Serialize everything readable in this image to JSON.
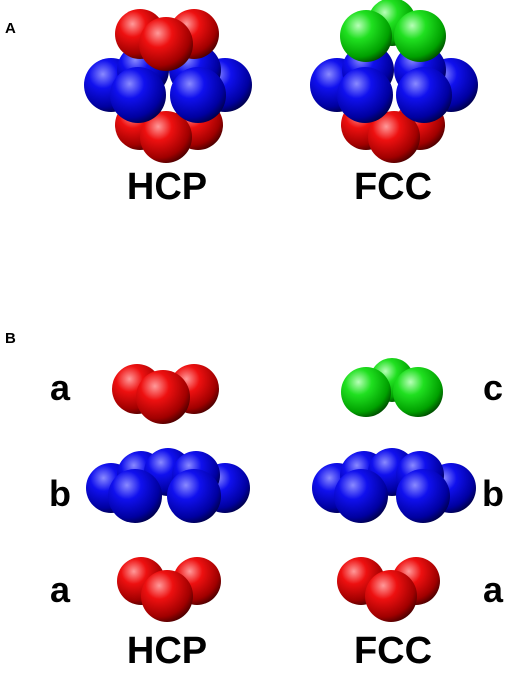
{
  "panels": [
    {
      "label": "A",
      "structures": [
        {
          "name": "HCP",
          "layers_bottom_to_top": [
            "red",
            "blue",
            "red"
          ]
        },
        {
          "name": "FCC",
          "layers_bottom_to_top": [
            "red",
            "blue",
            "green"
          ]
        }
      ]
    },
    {
      "label": "B",
      "structures": [
        {
          "name": "HCP",
          "layer_letters_top_to_bottom": [
            "a",
            "b",
            "a"
          ]
        },
        {
          "name": "FCC",
          "layer_letters_top_to_bottom": [
            "c",
            "b",
            "a"
          ]
        }
      ]
    }
  ],
  "colors": {
    "red": "#e00000",
    "blue": "#0000d0",
    "green": "#00d000"
  }
}
